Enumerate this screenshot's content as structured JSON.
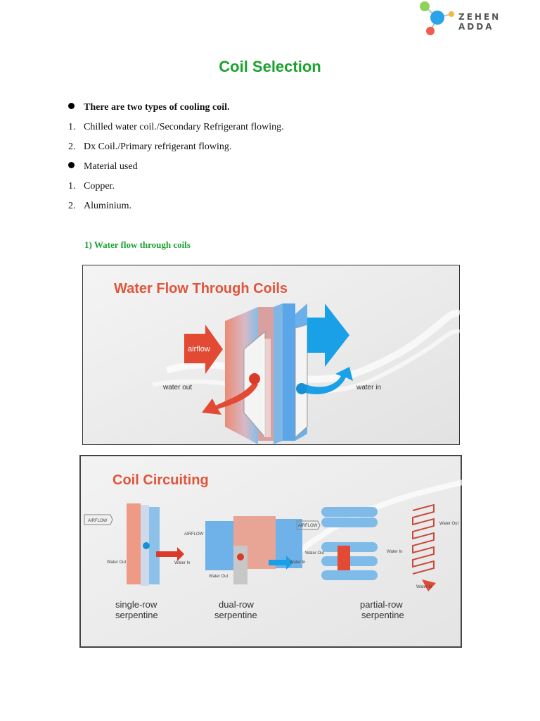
{
  "brand": {
    "name": "ZEHEN ADDA",
    "colors": {
      "green": "#8fd15a",
      "blue": "#2aa3e8",
      "red": "#f05a4f"
    }
  },
  "title": "Coil Selection",
  "items": [
    {
      "marker": "bullet",
      "text": "There are two types of cooling coil.",
      "bold": true
    },
    {
      "marker": "1.",
      "text": "Chilled water coil./Secondary Refrigerant flowing."
    },
    {
      "marker": "2.",
      "text": "Dx Coil./Primary refrigerant flowing."
    },
    {
      "marker": "bullet",
      "text": "Material used"
    },
    {
      "marker": "1.",
      "text": "Copper."
    },
    {
      "marker": "2.",
      "text": "Aluminium."
    }
  ],
  "subheading": "1) Water flow through coils",
  "figure1": {
    "title": "Water Flow Through Coils",
    "labels": {
      "airflow": "airflow",
      "water_out": "water out",
      "water_in": "water in"
    }
  },
  "figure2": {
    "title": "Coil Circuiting",
    "labels": {
      "airflow": "AIRFLOW",
      "water_out": "Water Out",
      "water_in": "Water In",
      "single": [
        "single-row",
        "serpentine"
      ],
      "dual": [
        "dual-row",
        "serpentine"
      ],
      "partial": [
        "partial-row",
        "serpentine"
      ]
    }
  }
}
